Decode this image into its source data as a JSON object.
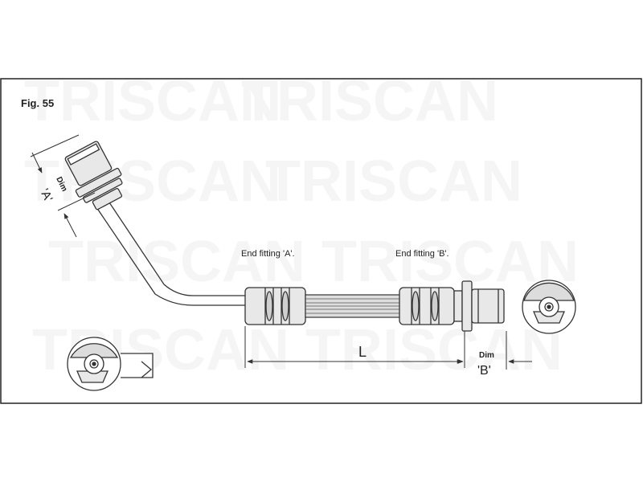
{
  "figure": {
    "label": "Fig. 55",
    "end_fitting_a": "End fitting 'A'.",
    "end_fitting_b": "End fitting 'B'.",
    "length_label": "L",
    "dim_a_label": "Dim",
    "dim_a_letter": "'A'",
    "dim_b_label": "Dim",
    "dim_b_letter": "'B'",
    "watermark": "TRISCAN"
  },
  "colors": {
    "line": "#333333",
    "fill": "#e8e8e8",
    "fill_dark": "#bdbdbd",
    "watermark": "#eeeeee",
    "frame": "#222222"
  }
}
